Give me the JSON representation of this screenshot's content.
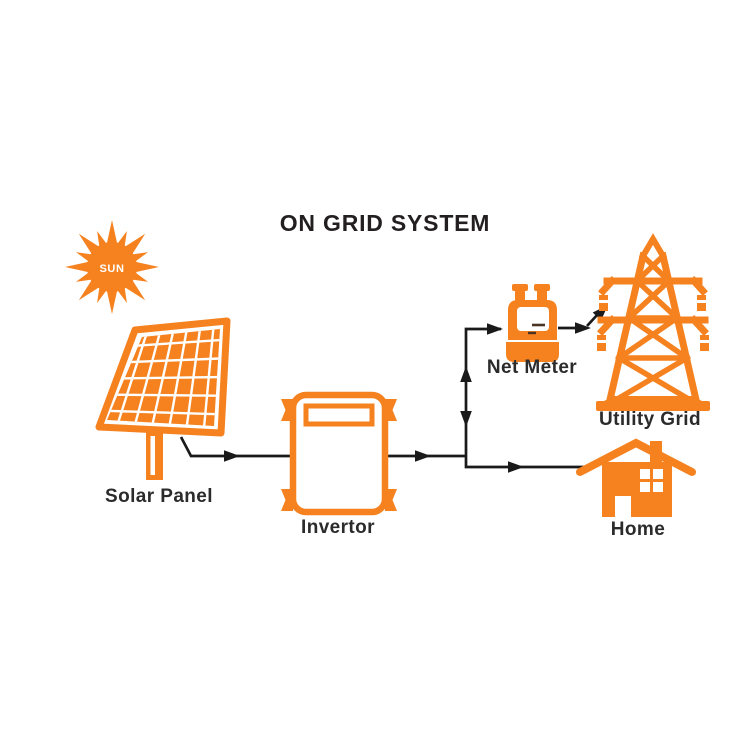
{
  "title": "ON GRID SYSTEM",
  "colors": {
    "accent": "#F5821F",
    "line": "#1A1A1A",
    "label_text": "#2B2B2B",
    "title_text": "#231F20",
    "background": "#FFFFFF"
  },
  "sun": {
    "label": "SUN"
  },
  "nodes": {
    "solar_panel": {
      "label": "Solar Panel"
    },
    "invertor": {
      "label": "Invertor"
    },
    "net_meter": {
      "label": "Net Meter"
    },
    "utility_grid": {
      "label": "Utility Grid"
    },
    "home": {
      "label": "Home"
    }
  },
  "connections": [
    {
      "from": "solar_panel",
      "to": "invertor",
      "direction": "one-way"
    },
    {
      "from": "invertor",
      "to": "net_meter",
      "direction": "two-way"
    },
    {
      "from": "net_meter",
      "to": "utility_grid",
      "direction": "one-way"
    },
    {
      "from": "invertor",
      "to": "home",
      "direction": "one-way"
    }
  ]
}
